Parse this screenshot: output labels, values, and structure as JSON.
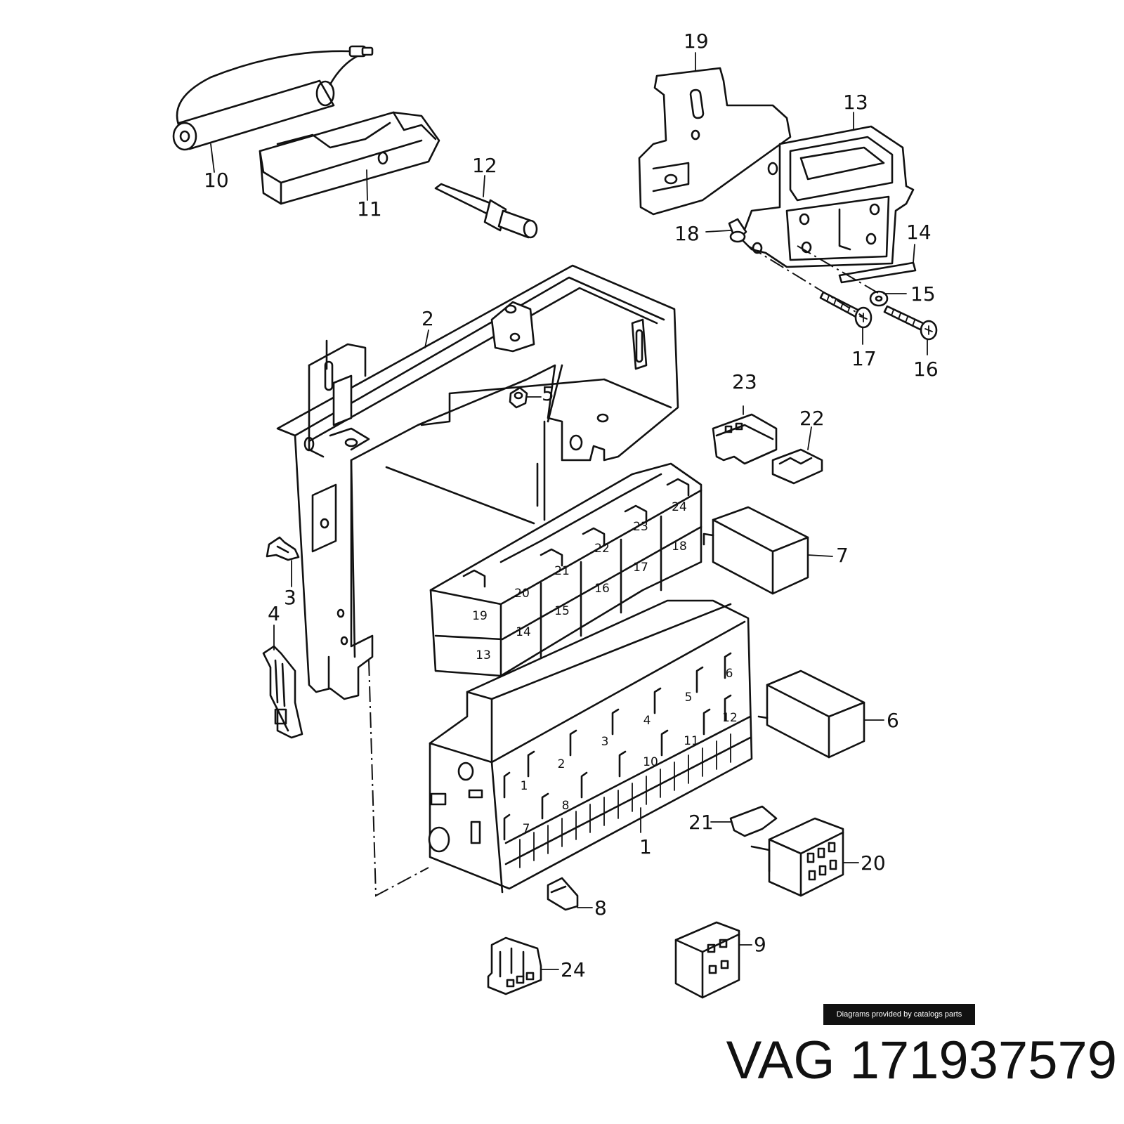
{
  "diagram": {
    "callouts": [
      "1",
      "2",
      "3",
      "4",
      "5",
      "6",
      "7",
      "8",
      "9",
      "10",
      "11",
      "12",
      "13",
      "14",
      "15",
      "16",
      "17",
      "18",
      "19",
      "20",
      "21",
      "22",
      "23",
      "24"
    ],
    "relay_slots": [
      "13",
      "14",
      "15",
      "16",
      "17",
      "18",
      "19",
      "20",
      "21",
      "22",
      "23",
      "24"
    ],
    "fuse_slots": [
      "1",
      "2",
      "3",
      "4",
      "5",
      "6",
      "7",
      "8",
      "10",
      "11",
      "12"
    ]
  },
  "watermark": "Diagrams provided by catalogs parts",
  "title": "VAG 171937579"
}
